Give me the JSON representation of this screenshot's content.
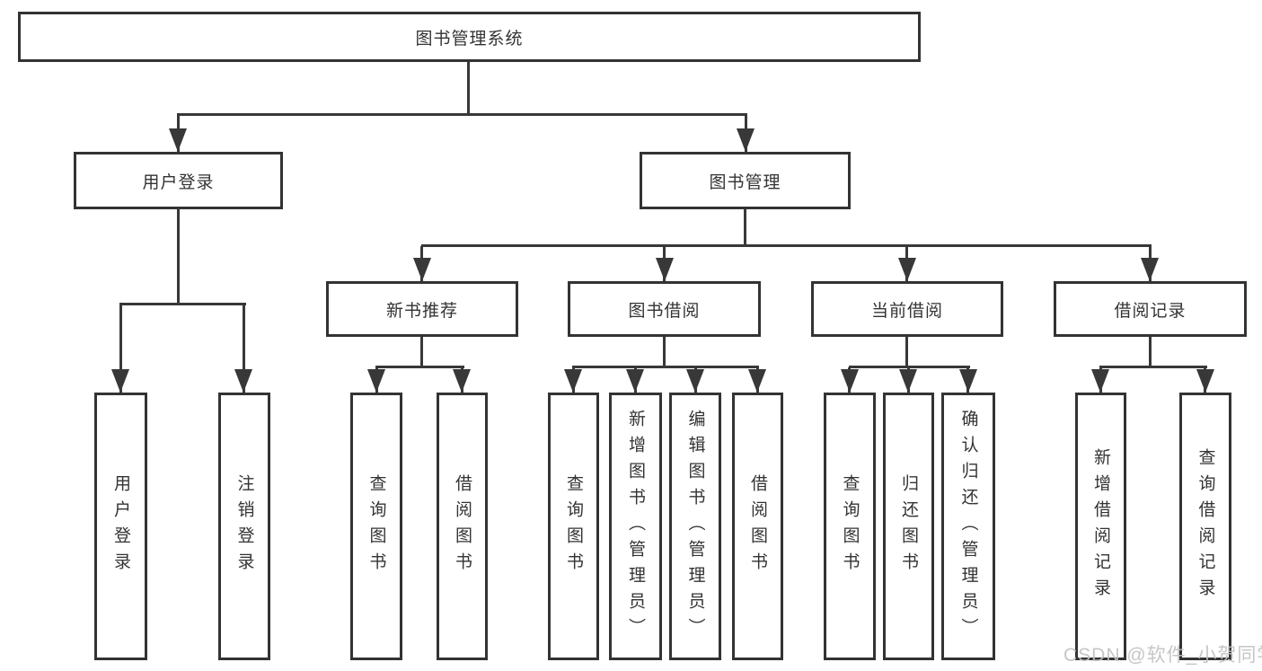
{
  "diagram": {
    "title": "图书管理系统",
    "type": "hierarchy-tree",
    "colors": {
      "line": "#383838",
      "border": "#333333",
      "text": "#333333",
      "background": "#ffffff",
      "watermark": "#c1c1c1"
    },
    "nodes": {
      "root": {
        "label": "图书管理系统"
      },
      "l2": [
        {
          "label": "用户登录",
          "parent": "图书管理系统"
        },
        {
          "label": "图书管理",
          "parent": "图书管理系统"
        }
      ],
      "l3": [
        {
          "label": "新书推荐",
          "parent": "图书管理"
        },
        {
          "label": "图书借阅",
          "parent": "图书管理"
        },
        {
          "label": "当前借阅",
          "parent": "图书管理"
        },
        {
          "label": "借阅记录",
          "parent": "图书管理"
        }
      ],
      "leaves": [
        {
          "label": "用户登录",
          "parent": "用户登录"
        },
        {
          "label": "注销登录",
          "parent": "用户登录"
        },
        {
          "label": "查询图书",
          "parent": "新书推荐"
        },
        {
          "label": "借阅图书",
          "parent": "新书推荐"
        },
        {
          "label": "查询图书",
          "parent": "图书借阅"
        },
        {
          "label": "新增图书（管理员）",
          "parent": "图书借阅"
        },
        {
          "label": "编辑图书（管理员）",
          "parent": "图书借阅"
        },
        {
          "label": "借阅图书",
          "parent": "图书借阅"
        },
        {
          "label": "查询图书",
          "parent": "当前借阅"
        },
        {
          "label": "归还图书",
          "parent": "当前借阅"
        },
        {
          "label": "确认归还（管理员）",
          "parent": "当前借阅"
        },
        {
          "label": "新增借阅记录",
          "parent": "借阅记录"
        },
        {
          "label": "查询借阅记录",
          "parent": "借阅记录"
        }
      ]
    }
  },
  "watermark": {
    "text": "CSDN @软件_小贺同学"
  }
}
